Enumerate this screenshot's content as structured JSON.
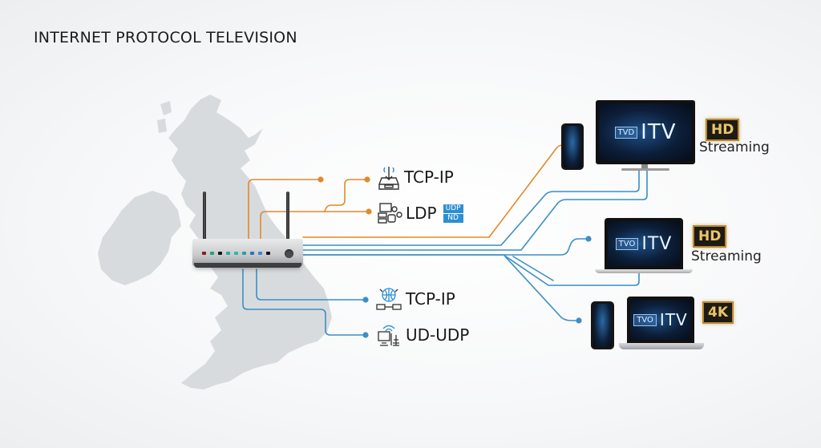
{
  "title": "INTERNET PROTOCOL TELEVISION",
  "colors": {
    "orange_link": "#e08a2c",
    "blue_link": "#3b8fc4",
    "map_fill": "#d6d9dc",
    "badge_gold": "#e8c56a",
    "udp_badge": "#2d8fcf"
  },
  "router": {
    "name": "Router",
    "led_colors": [
      "#8a1c1c",
      "#1fa27a",
      "#151515",
      "#27a9a6",
      "#30b7a4",
      "#27a0a0",
      "#2f6fc2",
      "#3a84d8",
      "#151515"
    ]
  },
  "protocols_upper": [
    {
      "icon": "download-tray-icon",
      "label": "TCP-IP"
    },
    {
      "icon": "network-devices-icon",
      "label": "LDP",
      "badge": [
        "UDP",
        "ND"
      ]
    }
  ],
  "protocols_lower": [
    {
      "icon": "globe-network-icon",
      "label": "TCP-IP"
    },
    {
      "icon": "wifi-computer-icon",
      "label": "UD-UDP"
    }
  ],
  "devices": [
    {
      "group": "tv-and-phone",
      "screen_tag": "TVD",
      "screen_brand": "ITV",
      "quality": "HD",
      "caption": "Streaming"
    },
    {
      "group": "laptop",
      "screen_tag": "TVO",
      "screen_brand": "ITV",
      "quality": "HD",
      "caption": "Streaming"
    },
    {
      "group": "phone-and-laptop",
      "screen_tag": "TVO",
      "screen_brand": "ITV",
      "quality": "4K",
      "caption": ""
    }
  ]
}
